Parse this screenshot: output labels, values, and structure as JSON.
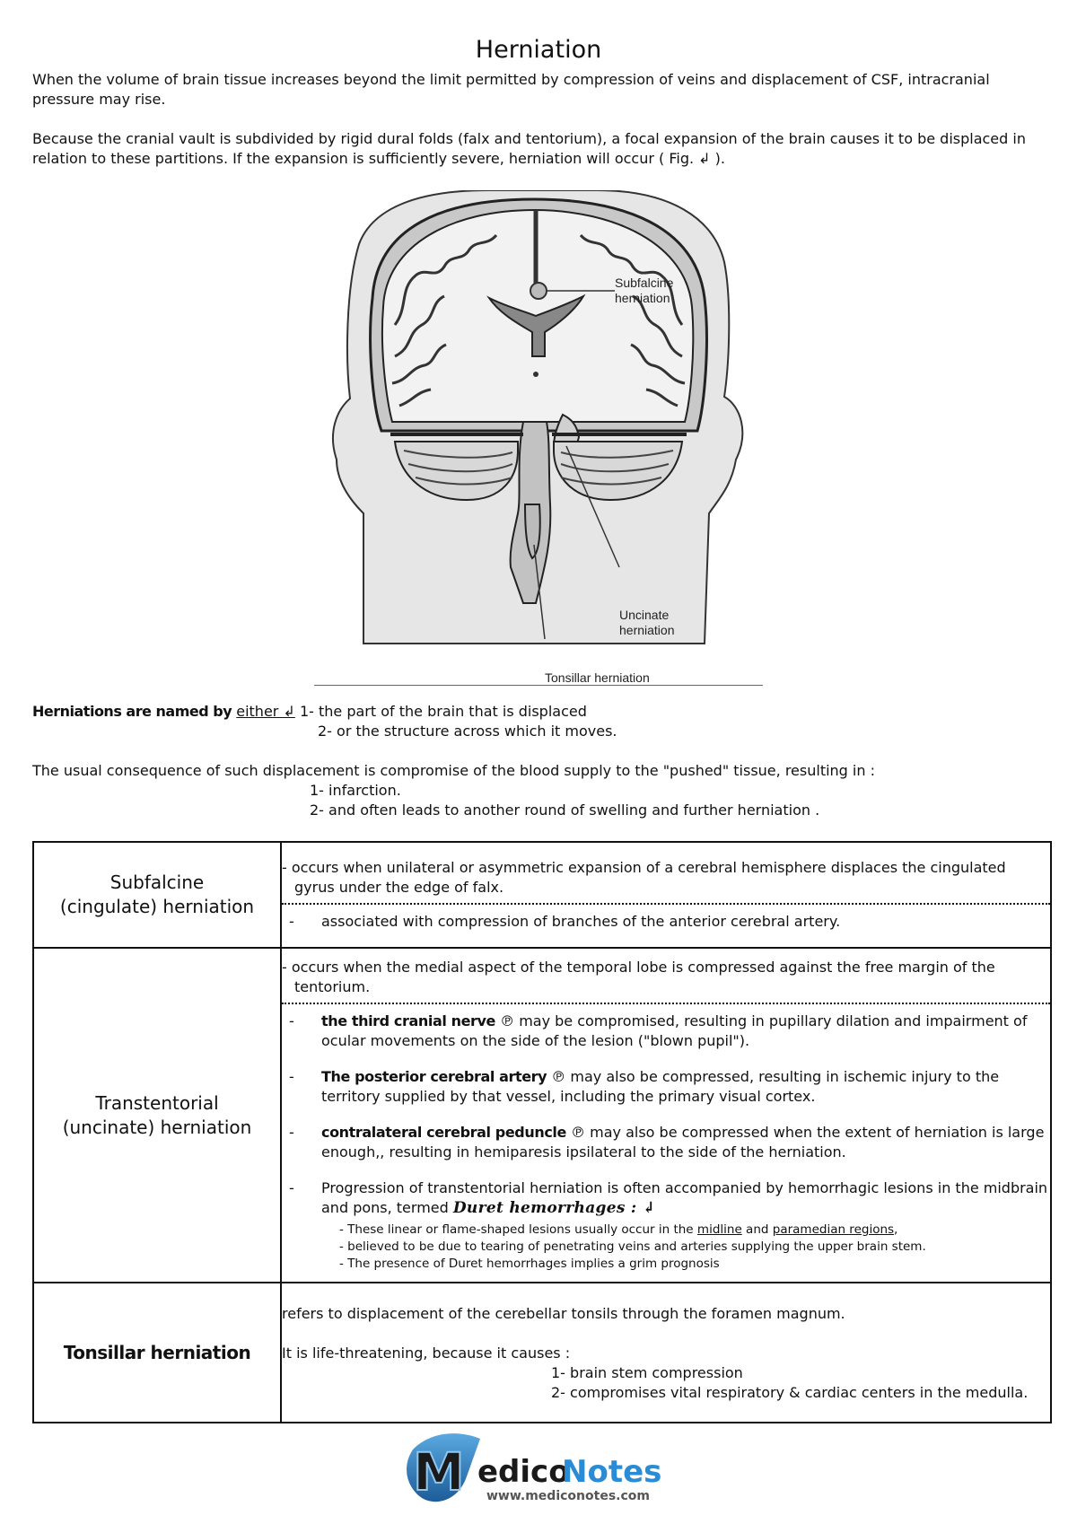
{
  "title": "Herniation",
  "intro": {
    "p1": "When the volume of brain tissue increases beyond the limit permitted by compression of veins and displacement of CSF, intracranial pressure may rise.",
    "p2": "Because the cranial vault is subdivided by rigid dural folds (falx and tentorium), a focal expansion of the brain causes it to be displaced in relation to these partitions. If the expansion is sufficiently severe, herniation will occur ( Fig. ↲ )."
  },
  "figure": {
    "labels": {
      "subfalcine_1": "Subfalcine",
      "subfalcine_2": "herniation",
      "uncinate_1": "Uncinate",
      "uncinate_2": "herniation",
      "tonsillar": "Tonsillar herniation"
    }
  },
  "named": {
    "lead": "Herniations are named by",
    "either": "either ↲",
    "line1": " 1- the part of the brain that is displaced",
    "line2": "2- or the structure across which it moves."
  },
  "consequence": {
    "lead": "The usual consequence of such displacement is compromise of the blood supply to the \"pushed\" tissue, resulting in :",
    "item1": "1- infarction.",
    "item2": "2- and often leads to another round of swelling and further herniation ."
  },
  "table": {
    "subfalcine": {
      "name1": "Subfalcine",
      "name2": "(cingulate) herniation",
      "desc": "- occurs when unilateral or asymmetric expansion of a cerebral hemisphere displaces the cingulated gyrus under the edge of falx.",
      "dash": "-",
      "assoc": "associated with compression of branches of the anterior cerebral artery."
    },
    "transtentorial": {
      "name1": "Transtentorial",
      "name2": "(uncinate) herniation",
      "desc": "- occurs when the medial aspect of the temporal lobe is compressed against the free margin of the tentorium.",
      "dash": "-",
      "items": [
        {
          "bold": "the third cranial nerve",
          "text": " ℗ may be compromised, resulting in pupillary dilation and impairment of ocular movements on the side of the lesion (\"blown pupil\")."
        },
        {
          "bold": "The posterior cerebral artery",
          "text": " ℗ may also be compressed, resulting in ischemic injury to the territory supplied by that vessel, including the primary visual cortex."
        },
        {
          "bold": "contralateral cerebral peduncle",
          "text": " ℗ may also be compressed when the extent of herniation is large enough,, resulting in hemiparesis ipsilateral to the side of the herniation."
        }
      ],
      "progression": "Progression of transtentorial herniation is often accompanied by hemorrhagic lesions in the midbrain and pons, termed ",
      "duret": "Duret hemorrhages : ↲",
      "sub1a": "- These linear or flame-shaped lesions usually occur in the ",
      "sub1b": "midline",
      "sub1c": " and ",
      "sub1d": "paramedian regions",
      "sub1e": ",",
      "sub2": "- believed to be due to tearing of penetrating veins and arteries supplying the upper brain stem.",
      "sub3": "- The presence of Duret hemorrhages implies a grim prognosis"
    },
    "tonsillar": {
      "name": "Tonsillar herniation",
      "desc1": "refers to displacement of the cerebellar tonsils through the foramen magnum.",
      "desc2": "It is life-threatening, because it causes :",
      "c1": "1- brain stem compression",
      "c2": "2- compromises vital respiratory & cardiac centers in the medulla."
    }
  },
  "logo": {
    "text1": "edico",
    "text2": "Notes",
    "letter": "M",
    "url": "www.mediconotes.com"
  }
}
